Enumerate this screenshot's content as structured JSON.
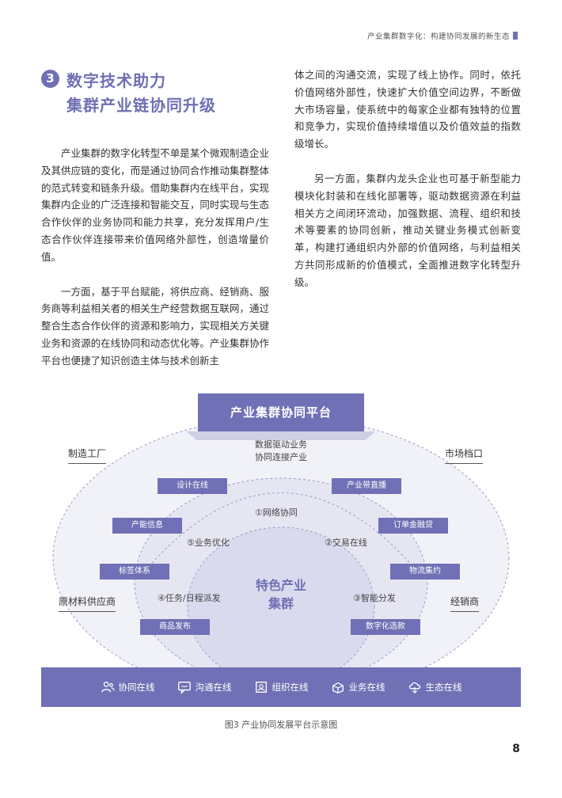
{
  "header": {
    "running_title": "产业集群数字化：构建协同发展的新生态"
  },
  "section": {
    "number": "3",
    "title_line1": "数字技术助力",
    "title_line2": "集群产业链协同升级"
  },
  "left_column": {
    "p1": "产业集群的数字化转型不单是某个微观制造企业及其供应链的变化，而是通过协同合作推动集群整体的范式转变和链条升级。借助集群内在线平台，实现集群内企业的广泛连接和智能交互，同时实现与生态合作伙伴的业务协同和能力共享，充分发挥用户/生态合作伙伴连接带来价值网络外部性，创造增量价值。",
    "p2": "一方面，基于平台赋能，将供应商、经销商、服务商等利益相关者的相关生产经营数据互联网，通过整合生态合作伙伴的资源和影响力，实现相关方关键业务和资源的在线协同和动态优化等。产业集群协作平台也便捷了知识创造主体与技术创新主"
  },
  "right_column": {
    "p1": "体之间的沟通交流，实现了线上协作。同时，依托价值网络外部性，快速扩大价值空间边界，不断做大市场容量，使系统中的每家企业都有独特的位置和竞争力，实现价值持续增值以及价值效益的指数级增长。",
    "p2": "另一方面，集群内龙头企业也可基于新型能力模块化封装和在线化部署等，驱动数据资源在利益相关方之间闭环流动，加强数据、流程、组织和技术等要素的协同创新，推动关键业务模式创新变革，构建打通组织内外部的价值网络，与利益相关方共同形成新的价值模式，全面推进数字化转型升级。"
  },
  "diagram": {
    "platform_title": "产业集群协同平台",
    "top_note_line1": "数据驱动业务",
    "top_note_line2": "协同连接产业",
    "corners": {
      "top_left": "制造工厂",
      "top_right": "市场档口",
      "bottom_left": "原材料供应商",
      "bottom_right": "经销商"
    },
    "left_boxes": [
      "设计在线",
      "产能信息",
      "标签体系",
      "商品发布"
    ],
    "right_boxes": [
      "产业带直播",
      "订单金融贷",
      "物流集约",
      "数字化选款"
    ],
    "ring_labels": [
      "①网络协同",
      "②交易在线",
      "③智能分发",
      "④任务/日程派发",
      "⑤业务优化"
    ],
    "core_line1": "特色产业",
    "core_line2": "集群",
    "bottom_items": [
      {
        "label": "协同在线",
        "icon": "users-icon"
      },
      {
        "label": "沟通在线",
        "icon": "chat-icon"
      },
      {
        "label": "组织在线",
        "icon": "org-icon"
      },
      {
        "label": "业务在线",
        "icon": "box-icon"
      },
      {
        "label": "生态在线",
        "icon": "ecosystem-icon"
      }
    ]
  },
  "caption": "图3 产业协同发展平台示意图",
  "page_number": "8",
  "colors": {
    "accent": "#6f70b5",
    "ellipse_fill": "#e7e7f3",
    "ellipse_line": "#8f90c6"
  }
}
